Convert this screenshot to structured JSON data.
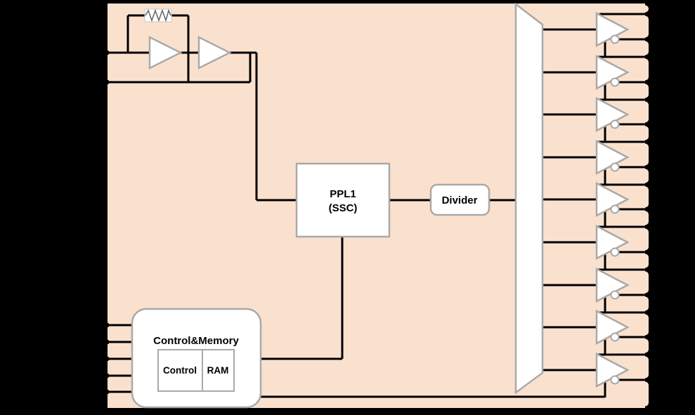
{
  "blocks": {
    "pll": {
      "line1": "PPL1",
      "line2": "(SSC)"
    },
    "divider": {
      "label": "Divider"
    },
    "control_memory": {
      "title": "Control&Memory",
      "control_label": "Control",
      "ram_label": "RAM"
    }
  },
  "oscillator": {
    "input_pins": 2
  },
  "control_pins": 5,
  "output_buffers": {
    "count": 9,
    "differential": true
  },
  "colors": {
    "canvas_background": "#000000",
    "chip_fill": "#FAE1CE",
    "block_fill": "#FFFFFF",
    "block_border": "#A9A9A9",
    "wire": "#000000"
  }
}
